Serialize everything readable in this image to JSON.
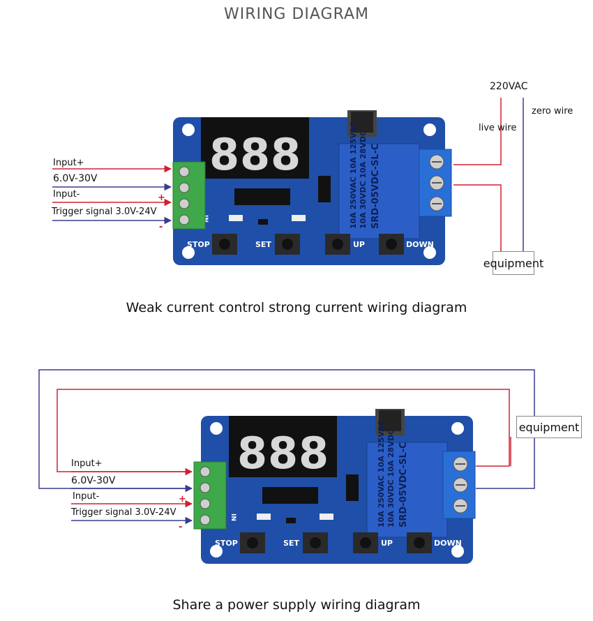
{
  "title": "WIRING DIAGRAM",
  "diagram1": {
    "caption": "Weak current control strong current wiring diagram",
    "input_plus": "Input+",
    "voltage_range": "6.0V-30V",
    "input_minus": "Input-",
    "trigger": "Trigger signal 3.0V-24V",
    "plus_sign": "+",
    "minus_sign": "-",
    "mains": "220VAC",
    "live": "live wire",
    "zero": "zero wire",
    "equipment": "equipment"
  },
  "diagram2": {
    "caption": "Share a power supply wiring diagram",
    "input_plus": "Input+",
    "voltage_range": "6.0V-30V",
    "input_minus": "Input-",
    "trigger": "Trigger signal 3.0V-24V",
    "plus_sign": "+",
    "minus_sign": "-",
    "equipment": "equipment"
  },
  "board": {
    "display": "8.8.8.",
    "buttons": [
      "STOP",
      "SET",
      "UP",
      "DOWN"
    ],
    "relay_lines": [
      "SRD-05VDC-SL-C",
      "10A 250VAC  10A 125VAC",
      "10A 30VDC  10A 28VDC"
    ],
    "pin_label": "IN"
  },
  "colors": {
    "board": "#1f4fa8",
    "red_wire": "#d02030",
    "blue_wire": "#3a3a90",
    "green_terminal": "#3fa84a",
    "relay": "#2b5fc7"
  }
}
